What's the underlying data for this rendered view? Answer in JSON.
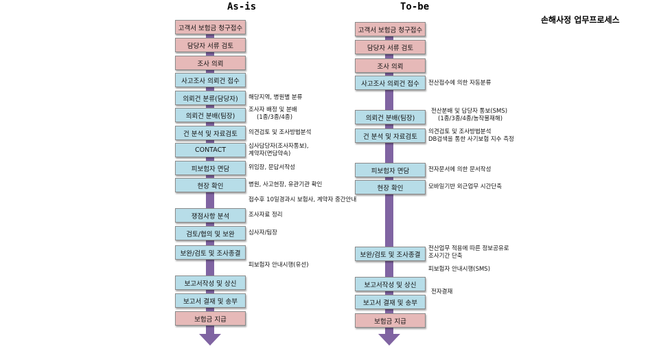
{
  "page_title": "손해사정 업무프로세스",
  "asis": {
    "title": "As-is",
    "steps": [
      {
        "label": "고객서 보험금 청구접수",
        "color": "pink"
      },
      {
        "label": "담당자 서류 검토",
        "color": "pink"
      },
      {
        "label": "조사 의뢰",
        "color": "pink"
      },
      {
        "label": "사고조사 의뢰건 접수",
        "color": "blue"
      },
      {
        "label": "의뢰건 분류(담당자)",
        "color": "blue"
      },
      {
        "label": "의뢰건 분배(팀장)",
        "color": "blue"
      },
      {
        "label": "건 분석 및 자료검토",
        "color": "blue"
      },
      {
        "label": "CONTACT",
        "color": "blue"
      },
      {
        "label": "피보험자 면담",
        "color": "blue"
      },
      {
        "label": "현장 확인",
        "color": "blue"
      },
      {
        "label": "쟁점사항 분석",
        "color": "blue"
      },
      {
        "label": "검토/협의 및 보완",
        "color": "blue"
      },
      {
        "label": "보완/검토 및 조사종결",
        "color": "blue"
      },
      {
        "label": "보고서작성 및 상신",
        "color": "blue"
      },
      {
        "label": "보고서 결재 및 송부",
        "color": "blue"
      },
      {
        "label": "보험금 지급",
        "color": "pink"
      }
    ],
    "notes": [
      {
        "lines": [
          "해당지역, 병원별 분류"
        ]
      },
      {
        "lines": [
          "조사자 배정 및 분배",
          "(1종/3종/4종)"
        ]
      },
      {
        "lines": [
          "의견검토 및 조사방법분석"
        ]
      },
      {
        "lines": [
          "심사담당자(조사자통보),",
          "계약자(면담약속)"
        ]
      },
      {
        "lines": [
          "위임장, 문답서작성"
        ]
      },
      {
        "lines": [
          "병원, 사고현장, 유관기관 확인"
        ]
      },
      {
        "lines": [
          "접수후 10일경과시 보험사, 계약자 중간안내"
        ]
      },
      {
        "lines": [
          "조사자료 정리"
        ]
      },
      {
        "lines": [
          "심사자/팀장"
        ]
      },
      {
        "lines": [
          "피보험자 안내시행(유선)"
        ]
      }
    ]
  },
  "tobe": {
    "title": "To-be",
    "steps": [
      {
        "label": "고객서 보험금 청구접수",
        "color": "pink"
      },
      {
        "label": "담당자 서류 검토",
        "color": "pink"
      },
      {
        "label": "조사 의뢰",
        "color": "pink"
      },
      {
        "label": "사고조사 의뢰건 접수",
        "color": "blue"
      },
      {
        "label": "의뢰건 분배(팀장)",
        "color": "blue"
      },
      {
        "label": "건 분석 및 자료검토",
        "color": "blue"
      },
      {
        "label": "피보험자 면담",
        "color": "blue"
      },
      {
        "label": "현장 확인",
        "color": "blue"
      },
      {
        "label": "보완/검토 및 조사종결",
        "color": "blue"
      },
      {
        "label": "보고서작성 및 상신",
        "color": "blue"
      },
      {
        "label": "보고서 결재 및 송부",
        "color": "blue"
      },
      {
        "label": "보험금 지급",
        "color": "pink"
      }
    ],
    "notes": [
      {
        "lines": [
          "전산접수에 의한 자동분류"
        ]
      },
      {
        "lines": [
          "전산분배 및 담당자 통보(SMS)",
          "(1종/3종/4종/농작물재해)"
        ]
      },
      {
        "lines": [
          "의견검토 및 조사방법분석",
          "DB검색을 통한 사기보험 지수 측정"
        ]
      },
      {
        "lines": [
          "전자문서에 의한 문서작성"
        ]
      },
      {
        "lines": [
          "모바일기반 외근업무 시간단축"
        ]
      },
      {
        "lines": [
          "전산업무 적용에 따른 정보공유로",
          "조사기간 단축"
        ]
      },
      {
        "lines": [
          "피보험자 안내시행(SMS)"
        ]
      },
      {
        "lines": [
          "전자결재"
        ]
      }
    ]
  },
  "colors": {
    "pink_box": "#e6b9b8",
    "blue_box": "#b7dde8",
    "flow_arrow": "#8064a2"
  }
}
